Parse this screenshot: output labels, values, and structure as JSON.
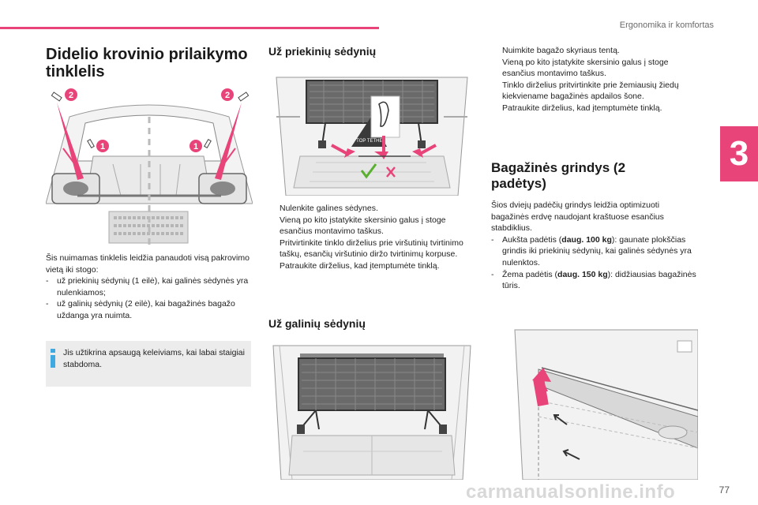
{
  "header": {
    "chapter_title": "Ergonomika ir komfortas",
    "chapter_number": "3",
    "accent_color": "#e8447a"
  },
  "left": {
    "title": "Didelio krovinio prilaikymo tinklelis",
    "callouts": {
      "one": "1",
      "two": "2"
    },
    "intro": "Šis nuimamas tinklelis leidžia panaudoti visą pakrovimo vietą iki stogo:",
    "items": [
      "už priekinių sėdynių (1 eilė), kai galinės sėdynės yra nulenkiamos;",
      "už galinių sėdynių (2 eilė), kai bagažinės bagažo uždanga yra nuimta."
    ],
    "info": "Jis užtikrina apsaugą keleiviams, kai labai staigiai stabdoma."
  },
  "middle": {
    "title_front": "Už priekinių sėdynių",
    "steps": [
      "Nulenkite galines sėdynes.",
      "Vieną po kito įstatykite skersinio galus į stoge esančius montavimo taškus.",
      "Pritvirtinkite tinklo dirželius prie viršutinių tvirtinimo taškų, esančių viršutinio diržo tvirtinimų korpuse.",
      "Patraukite dirželius, kad įtemptumėte tinklą."
    ],
    "title_rear": "Už galinių sėdynių",
    "tag_text": "TOP TETHER"
  },
  "right": {
    "steps": [
      "Nuimkite bagažo skyriaus tentą.",
      "Vieną po kito įstatykite skersinio galus į stoge esančius montavimo taškus.",
      "Tinklo dirželius pritvirtinkite prie žemiausių žiedų kiekviename bagažinės apdailos šone.",
      "Patraukite dirželius, kad įtemptumėte tinklą."
    ],
    "floor_title": "Bagažinės grindys (2 padėtys)",
    "floor_intro": "Šios dviejų padėčių grindys leidžia optimizuoti bagažinės erdvę naudojant kraštuose esančius stabdiklius.",
    "floor_items": [
      {
        "pre": "Aukšta padėtis (",
        "bold": "daug. 100 kg",
        "post": "): gaunate plokščias grindis iki priekinių sėdynių, kai galinės sėdynės yra nulenktos."
      },
      {
        "pre": "Žema padėtis (",
        "bold": "daug. 150 kg",
        "post": "): didžiausias bagažinės tūris."
      }
    ]
  },
  "footer": {
    "page_number": "77",
    "watermark": "carmanualsonline.info"
  },
  "symbols": {
    "bullet": "",
    "dash": "-"
  }
}
